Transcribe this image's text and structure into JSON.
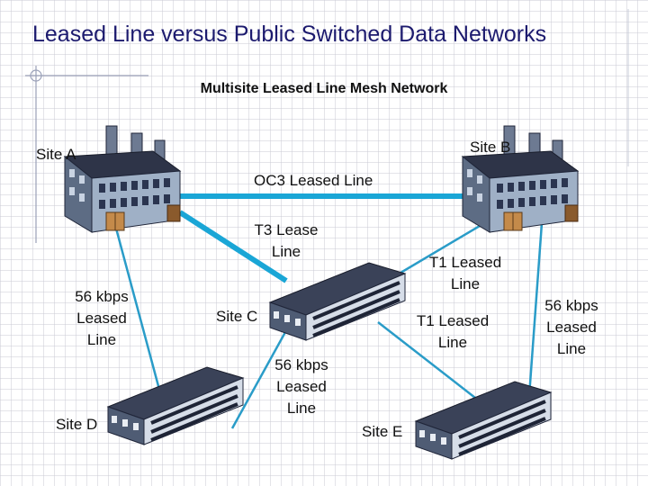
{
  "slide": {
    "title": "Leased Line versus Public Switched Data Networks",
    "subtitle": "Multisite Leased Line Mesh Network"
  },
  "sites": {
    "a": "Site A",
    "b": "Site B",
    "c": "Site C",
    "d": "Site D",
    "e": "Site E"
  },
  "links": {
    "oc3": "OC3 Leased Line",
    "t3_line1": "T3 Lease",
    "t3_line2": "Line",
    "t1_upper_line1": "T1 Leased",
    "t1_upper_line2": "Line",
    "t1_lower_line1": "T1 Leased",
    "t1_lower_line2": "Line",
    "kbps_left_line1": "56 kbps",
    "kbps_left_line2": "Leased",
    "kbps_left_line3": "Line",
    "kbps_mid_line1": "56 kbps",
    "kbps_mid_line2": "Leased",
    "kbps_mid_line3": "Line",
    "kbps_right_line1": "56 kbps",
    "kbps_right_line2": "Leased",
    "kbps_right_line3": "Line"
  },
  "colors": {
    "title": "#1c1a6e",
    "thick_link": "#1aa6d6",
    "thin_link": "#2a9cc8",
    "building_front": "#9fb0c6",
    "building_side": "#5d6c84",
    "building_roof": "#2e3448"
  }
}
